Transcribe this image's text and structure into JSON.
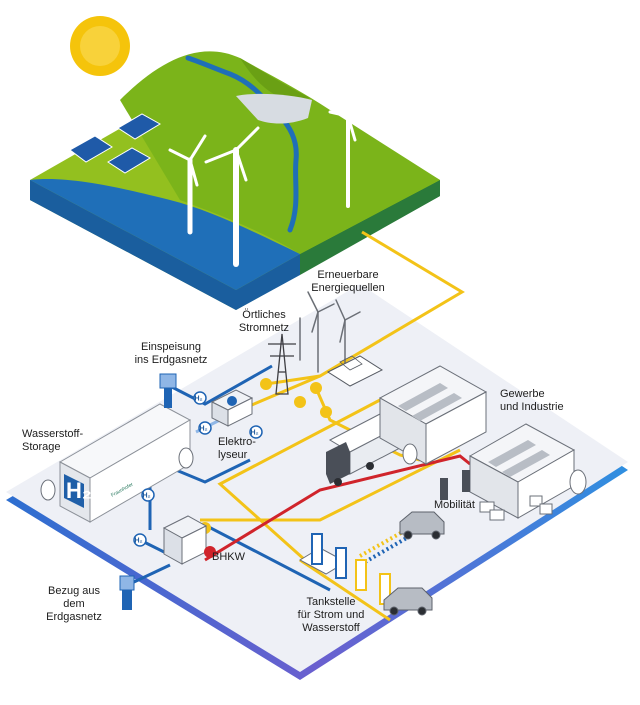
{
  "labels": {
    "erneuerbare": "Erneuerbare\nEnergiequellen",
    "stromnetz": "Örtliches\nStromnetz",
    "einspeisung": "Einspeisung\nins Erdgasnetz",
    "storage": "Wasserstoff-\nStorage",
    "elektrolyseur": "Elektro-\nlyseur",
    "gewerbe": "Gewerbe\nund Industrie",
    "mobilitaet": "Mobilität",
    "bhkw": "BHKW",
    "tankstelle": "Tankstelle\nfür Strom und\nWasserstoff",
    "bezug": "Bezug aus\ndem Erdgasnetz"
  },
  "symbols": {
    "h2_small": "H₂",
    "h2_tank": "H₂",
    "tank_brand": "Fraunhofer"
  },
  "colors": {
    "grass": "#93c01f",
    "water": "#1f6fb8",
    "platform": "#eef0f6",
    "power_line": "#f3c318",
    "h2_line": "#1f64b4",
    "heat_line": "#d0242b",
    "gas_line": "#8fb6e6"
  }
}
